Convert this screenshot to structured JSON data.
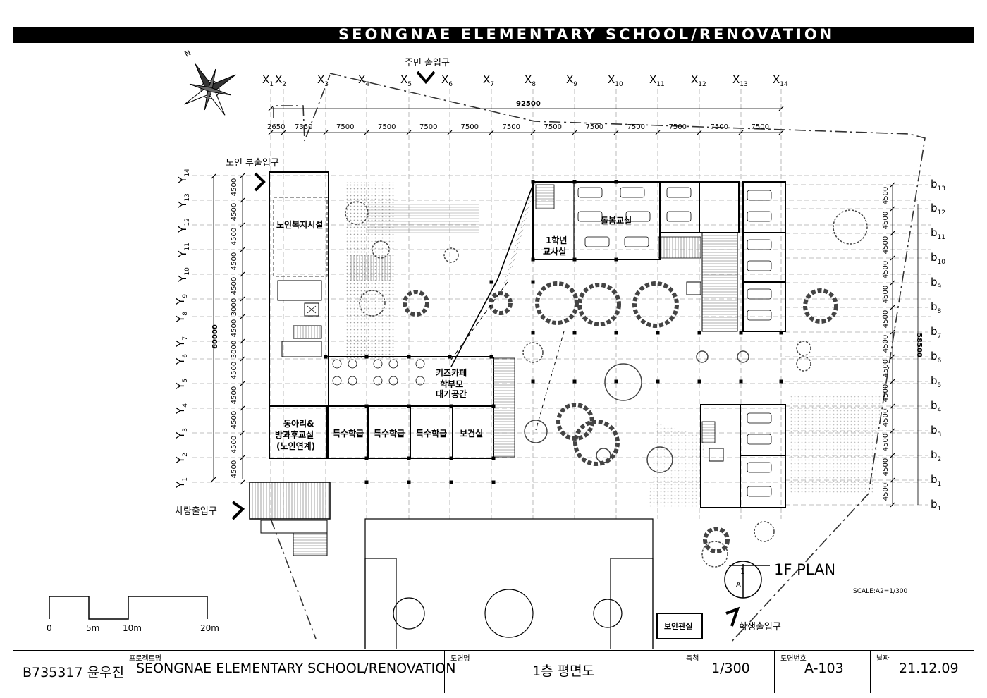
{
  "header": {
    "title": "SEONGNAE ELEMENTARY SCHOOL/RENOVATION"
  },
  "entrances": {
    "resident": "주민 출입구",
    "senior": "노인 부출입구",
    "vehicle": "차량출입구",
    "student": "학생출입구"
  },
  "grid": {
    "x_axes": [
      "X1",
      "X2",
      "X3",
      "X4",
      "X5",
      "X6",
      "X7",
      "X8",
      "X9",
      "X10",
      "X11",
      "X12",
      "X13",
      "X14"
    ],
    "y_axes": [
      "Y1",
      "Y2",
      "Y3",
      "Y4",
      "Y5",
      "Y6",
      "Y7",
      "Y8",
      "Y9",
      "Y10",
      "Y11",
      "Y12",
      "Y13",
      "Y14"
    ],
    "b_axes": [
      "b1",
      "b1",
      "b2",
      "b3",
      "b4",
      "b5",
      "b6",
      "b7",
      "b8",
      "b9",
      "b10",
      "b11",
      "b12",
      "b13"
    ],
    "total_width": "92500",
    "x_spans": [
      "2650",
      "7350",
      "7500",
      "7500",
      "7500",
      "7500",
      "7500",
      "7500",
      "7500",
      "7500",
      "7500",
      "7500",
      "7500"
    ],
    "total_height_left": "60000",
    "y_spans": [
      "4500",
      "4500",
      "4500",
      "4500",
      "4500",
      "3000",
      "4500",
      "3000",
      "4500",
      "4500",
      "4500",
      "4500",
      "4500"
    ],
    "total_height_right": "58500",
    "b_spans": [
      "4500",
      "4500",
      "4500",
      "4500",
      "4500",
      "4500",
      "4500",
      "4500",
      "4500",
      "4500",
      "4500",
      "4500",
      "4500"
    ]
  },
  "rooms": {
    "senior_welfare": "노인복지시설",
    "first_grade_1": "1학년",
    "first_grade_2": "교사실",
    "care_room": "돌봄교실",
    "kids_cafe_1": "키즈카페",
    "kids_cafe_2": "학부모",
    "kids_cafe_3": "대기공간",
    "club_1": "동아리&",
    "club_2": "방과후교실",
    "club_3": "(노인연계)",
    "special_1": "특수학급",
    "special_2": "특수학급",
    "special_3": "특수학급",
    "health": "보건실",
    "security": "보안관실"
  },
  "plan": {
    "title": "1F PLAN",
    "scale": "SCALE:A2=1/300",
    "section_num": "1",
    "section_letter": "A"
  },
  "scale_bar": {
    "labels": [
      "0",
      "5m",
      "10m",
      "20m"
    ]
  },
  "footer": {
    "student_id": "B735317 윤우진",
    "project_label": "프로젝트명",
    "project_name": "SEONGNAE ELEMENTARY SCHOOL/RENOVATION",
    "drawing_label": "도면명",
    "drawing_name": "1층 평면도",
    "scale_label": "축척",
    "scale_value": "1/300",
    "number_label": "도면번호",
    "number_value": "A-103",
    "date_label": "날짜",
    "date_value": "21.12.09"
  }
}
